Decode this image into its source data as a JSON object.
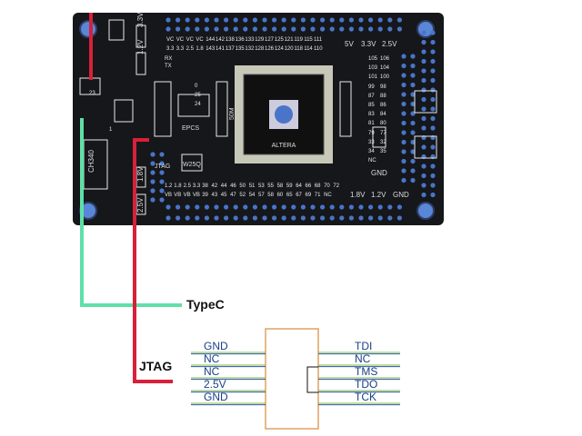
{
  "board": {
    "left_labels": [
      "3.3V",
      "1.2V",
      "CH340",
      "1.8V",
      "2.5V",
      "JTAG",
      "W25Q",
      "EPCS",
      "50M"
    ],
    "top_row": [
      "VC",
      "VC",
      "VC",
      "VC",
      "144",
      "142",
      "138",
      "136",
      "133",
      "129",
      "127",
      "125",
      "121",
      "119",
      "115",
      "111"
    ],
    "second_row": [
      "3.3",
      "3.3",
      "2.5",
      "1.8",
      "143",
      "141",
      "137",
      "135",
      "132",
      "128",
      "126",
      "124",
      "120",
      "118",
      "114",
      "110"
    ],
    "bottom_row": [
      "1.2",
      "1.8",
      "2.5",
      "3.3",
      "38",
      "42",
      "44",
      "46",
      "50",
      "51",
      "53",
      "55",
      "58",
      "59",
      "64",
      "66",
      "68",
      "70",
      "72"
    ],
    "bottom_row2": [
      "VB",
      "VB",
      "VB",
      "VB",
      "39",
      "43",
      "45",
      "47",
      "52",
      "54",
      "57",
      "58",
      "60",
      "65",
      "67",
      "69",
      "71",
      "NC"
    ],
    "right_labels": [
      "5V",
      "3.3V",
      "2.5V"
    ],
    "right_col": [
      "105",
      "103",
      "101",
      "99",
      "87",
      "85",
      "83",
      "81",
      "79",
      "33",
      "34",
      "NC"
    ],
    "right_col2": [
      "106",
      "104",
      "100",
      "98",
      "88",
      "86",
      "84",
      "80",
      "77",
      "32",
      "35"
    ],
    "bottom_right_labels": [
      "1.8V",
      "1.2V",
      "GND"
    ],
    "gnd_right": "GND",
    "side_marks": [
      "RX",
      "TX",
      "23",
      "1",
      "0",
      "25",
      "24"
    ],
    "chip_text": "ALTERA"
  },
  "callouts": {
    "typec": "TypeC",
    "jtag": "JTAG"
  },
  "connector": {
    "left_pins": [
      "GND",
      "NC",
      "NC",
      "2.5V",
      "GND"
    ],
    "right_pins": [
      "TDI",
      "NC",
      "TMS",
      "TDO",
      "TCK"
    ]
  },
  "colors": {
    "pcb": "#15171a",
    "hole": "#4a74c8",
    "typec_wire": "#5fe0a8",
    "jtag_wire": "#d8203a",
    "connector_outline": "#e0a060",
    "pin_line_green": "#77bb44",
    "pin_line_blue": "#3355aa"
  }
}
